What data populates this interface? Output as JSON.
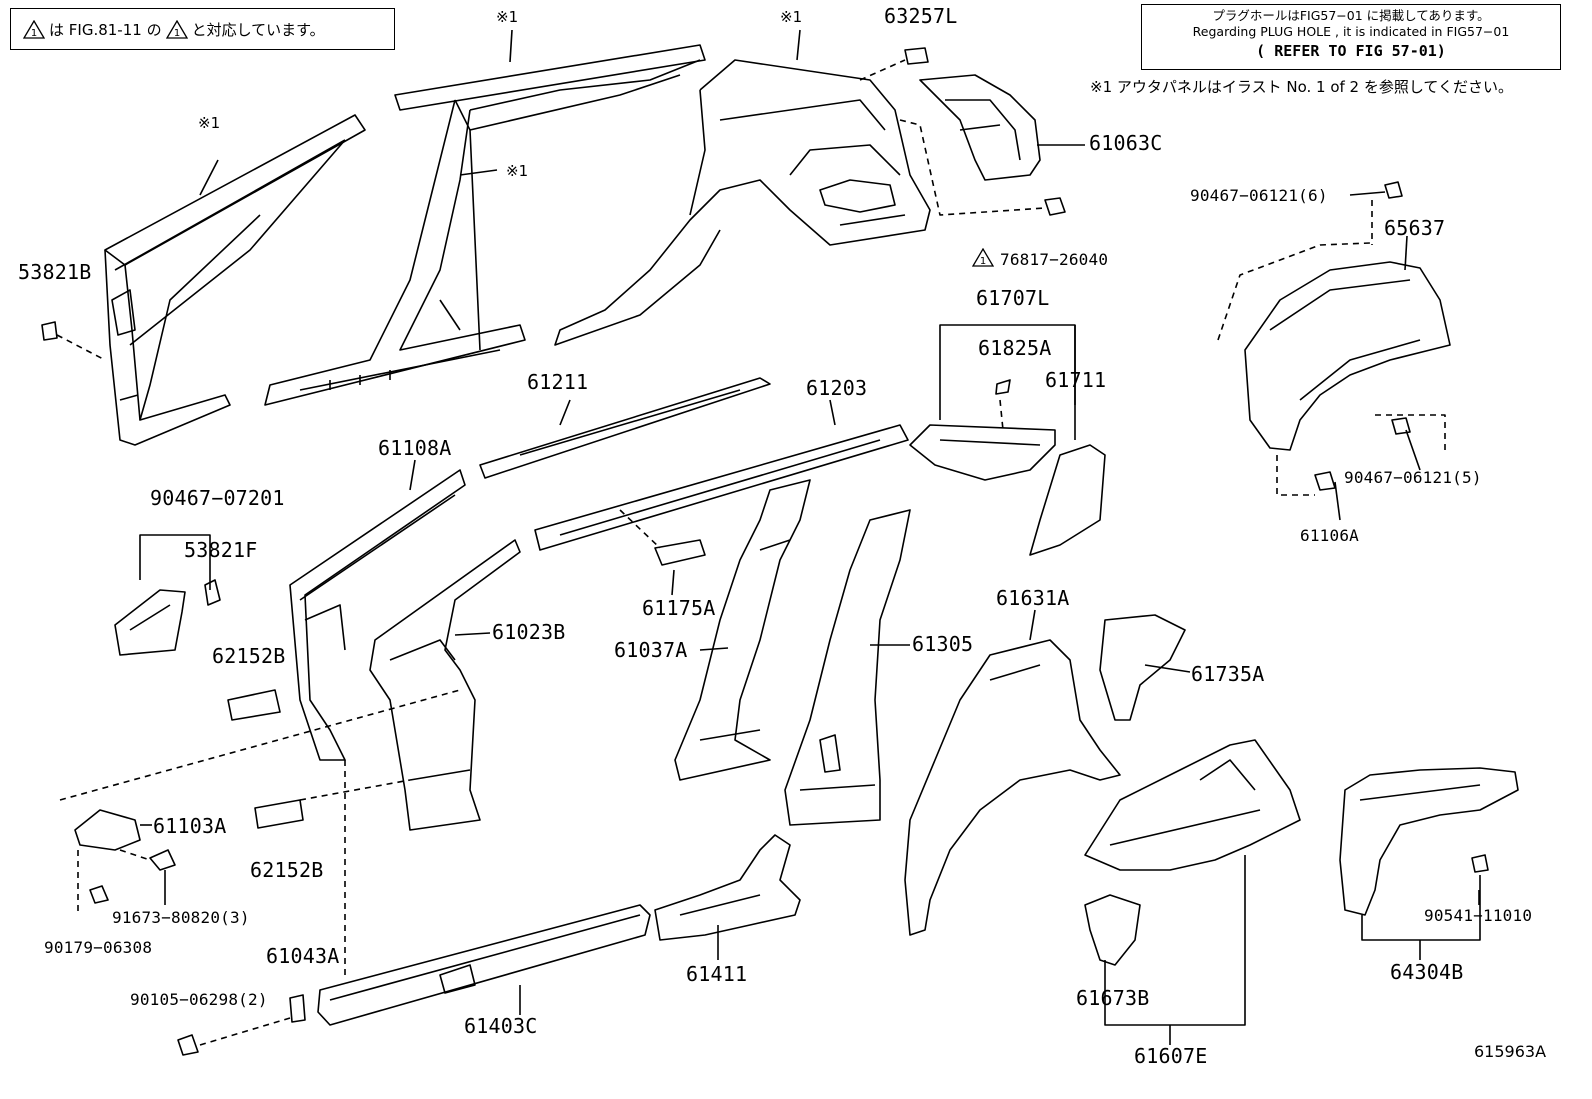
{
  "header": {
    "note_prefix": "は FIG.81-11 の",
    "note_suffix": "と対応しています。",
    "warn_mark": "1"
  },
  "reference": {
    "line1": "プラグホールはFIG57−01 に掲載してあります。",
    "line2": "Regarding PLUG HOLE , it is indicated in FIG57−01",
    "line3": "( REFER TO FIG 57-01)"
  },
  "outer_panel_note": "※1 アウタパネルはイラスト No. 1 of 2 を参照してください。",
  "outer_mark": "※1",
  "figure_number": "615963A",
  "labels": [
    {
      "id": "63257L",
      "text": "63257L"
    },
    {
      "id": "61063C",
      "text": "61063C"
    },
    {
      "id": "90467-06121-6",
      "text": "90467−06121(6)"
    },
    {
      "id": "65637",
      "text": "65637"
    },
    {
      "id": "76817-26040",
      "text": "76817−26040"
    },
    {
      "id": "53821B",
      "text": "53821B"
    },
    {
      "id": "61707L",
      "text": "61707L"
    },
    {
      "id": "61825A",
      "text": "61825A"
    },
    {
      "id": "61711",
      "text": "61711"
    },
    {
      "id": "61211",
      "text": "61211"
    },
    {
      "id": "61203",
      "text": "61203"
    },
    {
      "id": "61108A",
      "text": "61108A"
    },
    {
      "id": "90467-06121-5",
      "text": "90467−06121(5)"
    },
    {
      "id": "90467-07201",
      "text": "90467−07201"
    },
    {
      "id": "61106A",
      "text": "61106A"
    },
    {
      "id": "53821F",
      "text": "53821F"
    },
    {
      "id": "61175A",
      "text": "61175A"
    },
    {
      "id": "61023B",
      "text": "61023B"
    },
    {
      "id": "61037A",
      "text": "61037A"
    },
    {
      "id": "61305",
      "text": "61305"
    },
    {
      "id": "61631A",
      "text": "61631A"
    },
    {
      "id": "62152B-top",
      "text": "62152B"
    },
    {
      "id": "61735A",
      "text": "61735A"
    },
    {
      "id": "61103A",
      "text": "61103A"
    },
    {
      "id": "62152B-bot",
      "text": "62152B"
    },
    {
      "id": "91673-80820",
      "text": "91673−80820(3)"
    },
    {
      "id": "90179-06308",
      "text": "90179−06308"
    },
    {
      "id": "90541-11010",
      "text": "90541−11010"
    },
    {
      "id": "61043A",
      "text": "61043A"
    },
    {
      "id": "61411",
      "text": "61411"
    },
    {
      "id": "64304B",
      "text": "64304B"
    },
    {
      "id": "90105-06298",
      "text": "90105−06298(2)"
    },
    {
      "id": "61673B",
      "text": "61673B"
    },
    {
      "id": "61403C",
      "text": "61403C"
    },
    {
      "id": "61607E",
      "text": "61607E"
    }
  ]
}
